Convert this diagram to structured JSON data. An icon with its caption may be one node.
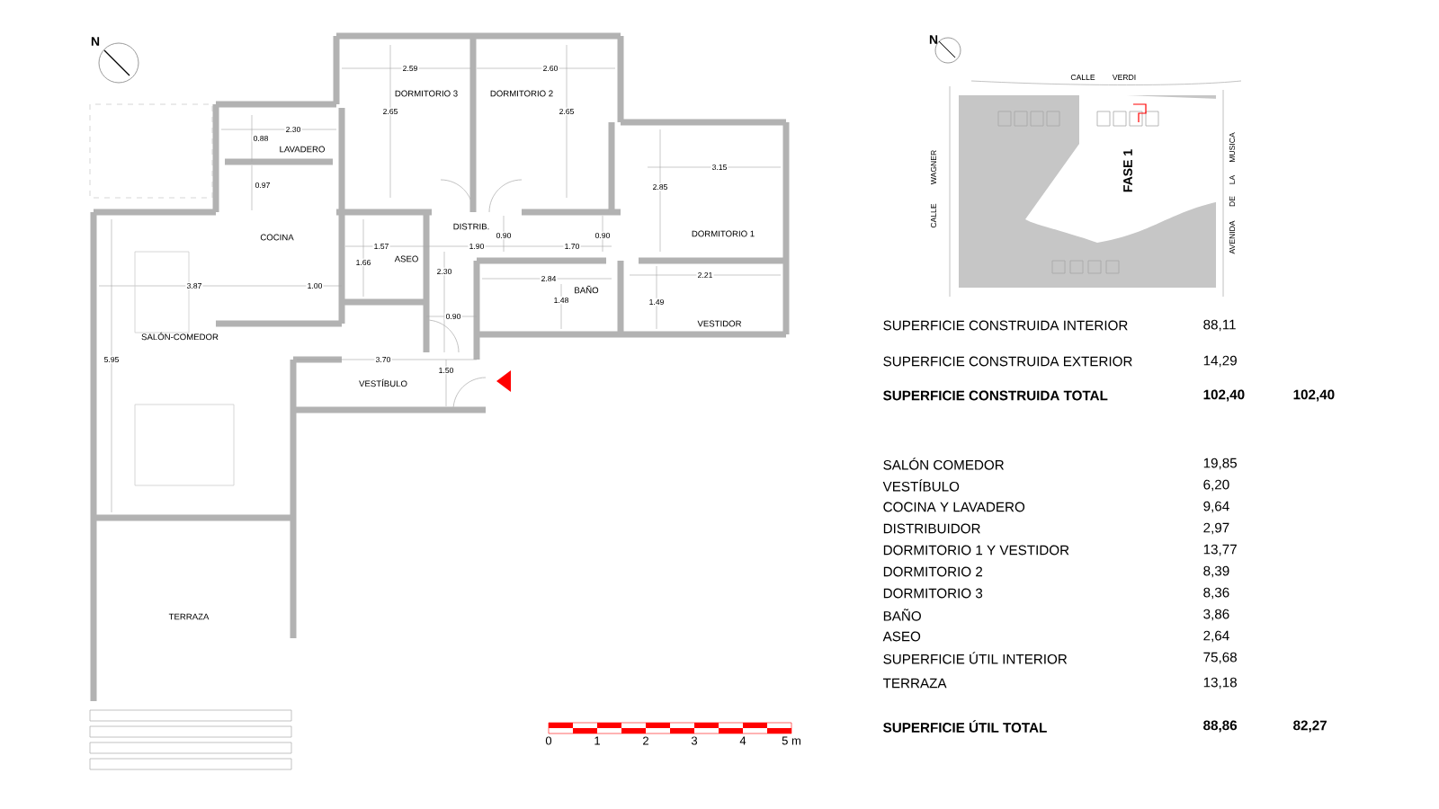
{
  "diagram": {
    "labels": [
      "N",
      "2.59",
      "2.60",
      "DORMITORIO 3",
      "DORMITORIO 2",
      "2.65",
      "2.65",
      "2.30",
      "0.88",
      "LAVADERO",
      "3.15",
      "0.97",
      "2.85",
      "DISTRIB.",
      "0.90",
      "0.90",
      "DORMITORIO 1",
      "COCINA",
      "1.57",
      "1.90",
      "1.70",
      "ASEO",
      "1.66",
      "2.30",
      "2.84",
      "2.21",
      "3.87",
      "1.00",
      "BAÑO",
      "1.48",
      "1.49",
      "0.90",
      "VESTIDOR",
      "SALÓN-COMEDOR",
      "5.95",
      "3.70",
      "1.50",
      "VESTÍBULO",
      "TERRAZA",
      "N",
      "CALLE",
      "VERDI",
      "WAGNER",
      "CALLE",
      "FASE 1",
      "MUSICA",
      "LA",
      "DE",
      "AVENIDA",
      "SUPERFICIE CONSTRUIDA INTERIOR",
      "88,11",
      "SUPERFICIE CONSTRUIDA EXTERIOR",
      "14,29",
      "SUPERFICIE CONSTRUIDA TOTAL",
      "102,40",
      "102,40",
      "SALÓN COMEDOR",
      "19,85",
      "VESTÍBULO",
      "6,20",
      "COCINA Y LAVADERO",
      "9,64",
      "DISTRIBUIDOR",
      "2,97",
      "DORMITORIO 1 Y VESTIDOR",
      "13,77",
      "DORMITORIO 2",
      "8,39",
      "DORMITORIO 3",
      "8,36",
      "BAÑO",
      "3,86",
      "ASEO",
      "2,64",
      "SUPERFICIE ÚTIL INTERIOR",
      "75,68",
      "TERRAZA",
      "13,18",
      "SUPERFICIE ÚTIL TOTAL",
      "88,86",
      "82,27",
      "0",
      "1",
      "2",
      "3",
      "4",
      "5 m"
    ]
  }
}
